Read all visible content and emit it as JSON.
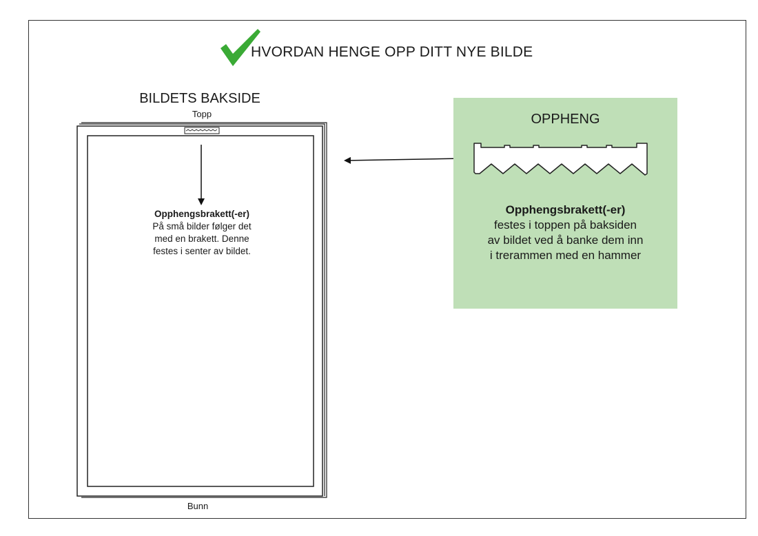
{
  "header": {
    "title": "HVORDAN HENGE OPP DITT NYE BILDE",
    "check_icon": "checkmark-icon",
    "check_color": "#3aaa35"
  },
  "back_view": {
    "title": "BILDETS BAKSIDE",
    "top_label": "Topp",
    "bottom_label": "Bunn",
    "bracket_heading": "Opphengsbrakett(-er)",
    "bracket_lines": [
      "På små bilder følger det",
      "med en brakett. Denne",
      "festes i senter av bildet."
    ]
  },
  "hanger_panel": {
    "title": "OPPHENG",
    "background": "#bfdfb7",
    "heading": "Opphengsbrakett(-er)",
    "lines": [
      "festes i toppen på baksiden",
      "av bildet ved å banke dem inn",
      "i trerammen med en hammer"
    ]
  }
}
